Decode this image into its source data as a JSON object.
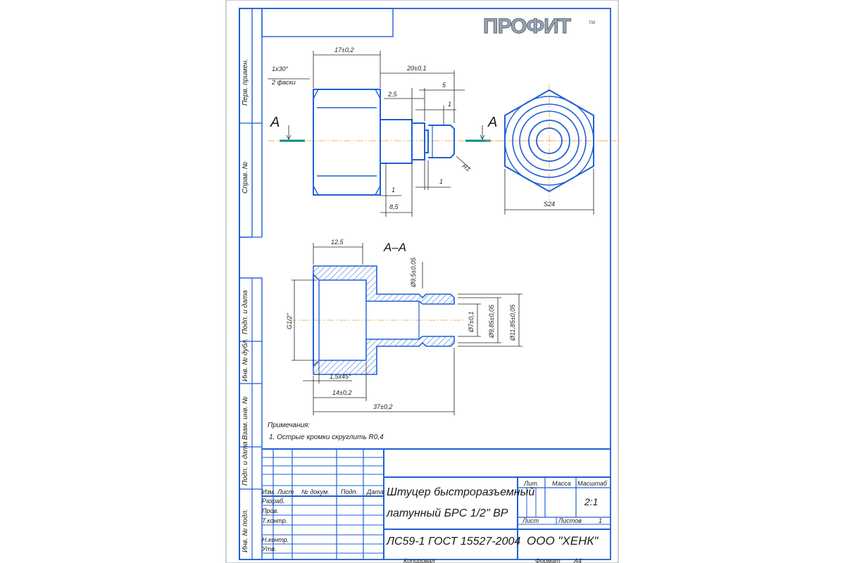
{
  "logo": {
    "text": "ПРОФИТ",
    "tm": "тм"
  },
  "side_labels": [
    "Перв. примен.",
    "Справ. №",
    "Подп. и дата",
    "Инв. № дубл.",
    "Взам. инв. №",
    "Подп. и дата",
    "Инв. № подл."
  ],
  "view_marks": {
    "section_letter": "А",
    "section_title": "А–А"
  },
  "dimensions": {
    "d17": "17±0,2",
    "d20": "20±0,1",
    "chamfer_angle": "1х30°",
    "chamfer_note": "2 фаски",
    "d2_5": "2,5",
    "d5": "5",
    "d1_top": "1",
    "r1": "R1",
    "d1_bot_left": "1",
    "d1_bot_right": "1",
    "d8_5": "8,5",
    "s24": "S24",
    "d12_5": "12,5",
    "d9_5": "Ø9,5±0,05",
    "g1_2": "G1/2\"",
    "d7": "Ø7±0,1",
    "d9_85": "Ø9,85±0,05",
    "d11_85": "Ø11,85±0,05",
    "chamfer_1_5": "1,5х45°",
    "d14": "14±0,2",
    "d37": "37±0,2"
  },
  "notes": {
    "title": "Примечания:",
    "item1": "1. Острые кромки скруглить R0,4"
  },
  "title_block": {
    "col_izm": "Изм.",
    "col_list": "Лист",
    "col_doc": "№ докум.",
    "col_podp": "Подп.",
    "col_data": "Дата",
    "row_razrab": "Разраб.",
    "row_prov": "Пров.",
    "row_tkontr": "Т.контр.",
    "row_nkontr": "Н.контр.",
    "row_utv": "Утв.",
    "name_line1": "Штуцер быстроразъемный",
    "name_line2": "латунный БРС 1/2\"  ВР",
    "lit": "Лит.",
    "massa": "Масса",
    "masshtab": "Масштаб",
    "scale_value": "2:1",
    "list": "Лист",
    "listov": "Листов",
    "listov_value": "1",
    "material": "ЛС59-1 ГОСТ 15527-2004",
    "company": "ООО \"ХЕНК\"",
    "kopiroval": "Копировал",
    "format": "Формат",
    "format_value": "А4"
  }
}
